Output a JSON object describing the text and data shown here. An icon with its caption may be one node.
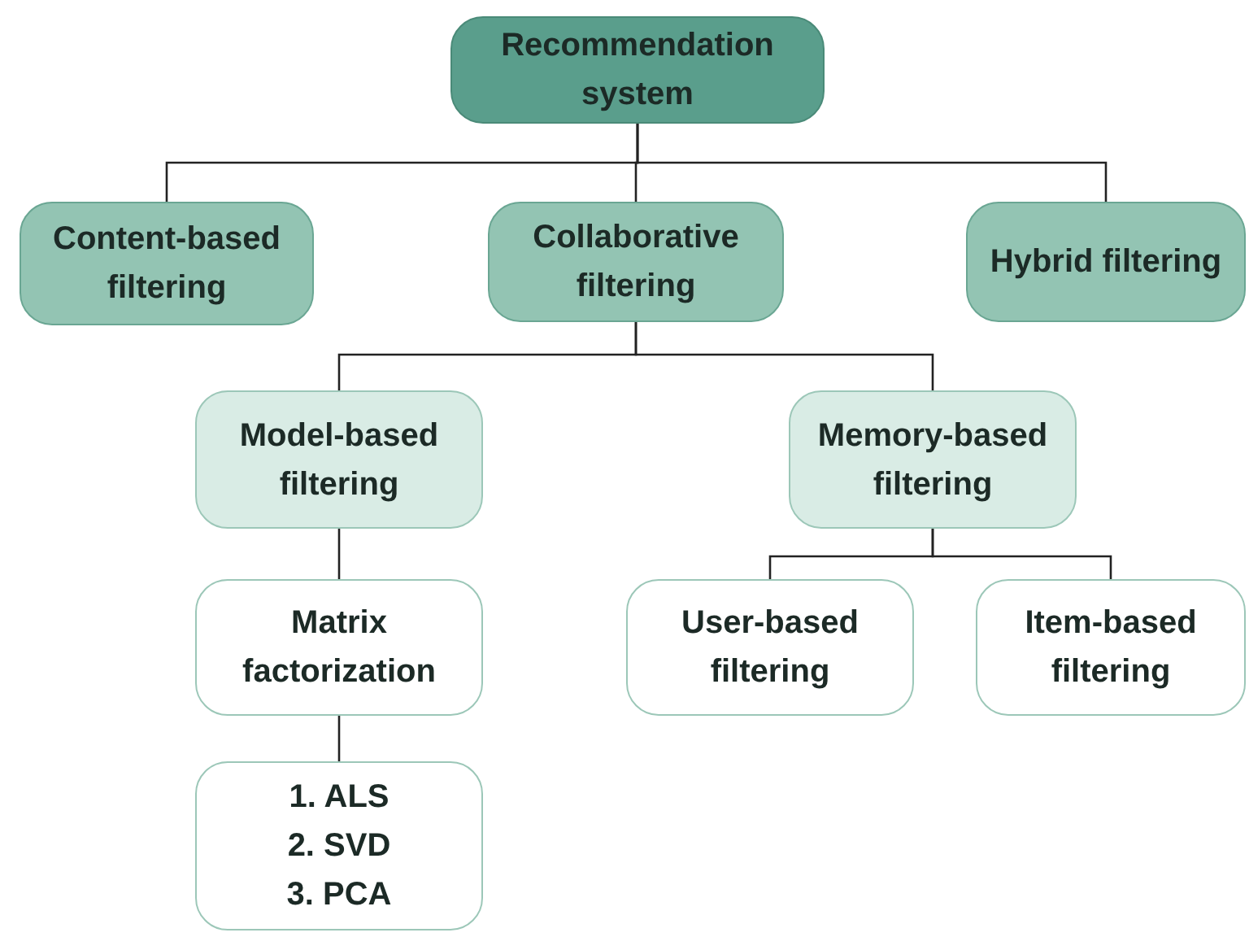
{
  "diagram": {
    "nodes": [
      {
        "text": [
          "Recommendation system"
        ]
      },
      {
        "text": [
          "Content-based filtering"
        ]
      },
      {
        "text": [
          "Collaborative filtering"
        ]
      },
      {
        "text": [
          "Hybrid filtering"
        ]
      },
      {
        "text": [
          "Model-based filtering"
        ]
      },
      {
        "text": [
          "Memory-based filtering"
        ]
      },
      {
        "text": [
          "Matrix factorization"
        ]
      },
      {
        "text": [
          "User-based filtering"
        ]
      },
      {
        "text": [
          "Item-based filtering"
        ]
      },
      {
        "text": [
          "1. ALS",
          "2. SVD",
          "3. PCA"
        ]
      }
    ],
    "edges": [
      {
        "from": 0,
        "to": 1,
        "arrow": "none"
      },
      {
        "from": 0,
        "to": 2,
        "arrow": "none"
      },
      {
        "from": 0,
        "to": 3,
        "arrow": "none"
      },
      {
        "from": 2,
        "to": 4,
        "arrow": "none"
      },
      {
        "from": 2,
        "to": 5,
        "arrow": "none"
      },
      {
        "from": 4,
        "to": 6,
        "arrow": "none"
      },
      {
        "from": 6,
        "to": 9,
        "arrow": "none"
      },
      {
        "from": 5,
        "to": 7,
        "arrow": "none"
      },
      {
        "from": 5,
        "to": 8,
        "arrow": "none"
      }
    ]
  }
}
